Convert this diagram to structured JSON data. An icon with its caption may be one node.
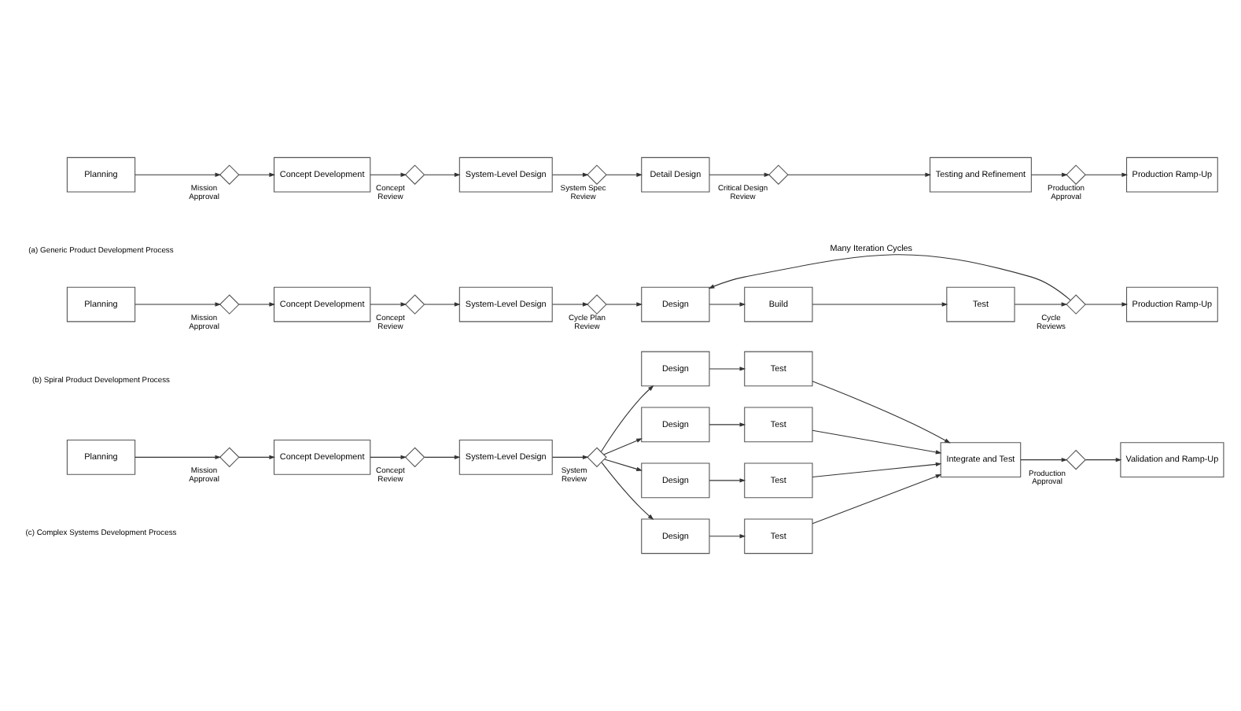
{
  "diagram": {
    "nodes": [
      {
        "text": [
          "Planning"
        ]
      },
      {
        "text": [],
        "shape": "diamond",
        "beside": [
          "Mission Approval"
        ]
      },
      {
        "text": [
          "Concept Development"
        ]
      },
      {
        "text": [],
        "shape": "diamond",
        "beside": [
          "Concept Review"
        ]
      },
      {
        "text": [
          "System-Level Design"
        ]
      },
      {
        "text": [],
        "shape": "diamond",
        "beside": [
          "System Spec Review"
        ]
      },
      {
        "text": [
          "Detail Design"
        ]
      },
      {
        "text": [],
        "shape": "diamond",
        "beside": [
          "Critical Design Review"
        ]
      },
      {
        "text": [
          "Testing and Refinement"
        ]
      },
      {
        "text": [],
        "shape": "diamond",
        "beside": [
          "Production Approval"
        ]
      },
      {
        "text": [
          "Production Ramp-Up"
        ]
      },
      {
        "text": [
          "Planning"
        ]
      },
      {
        "text": [],
        "shape": "diamond",
        "beside": [
          "Mission Approval"
        ]
      },
      {
        "text": [
          "Concept Development"
        ]
      },
      {
        "text": [],
        "shape": "diamond",
        "beside": [
          "Concept Review"
        ]
      },
      {
        "text": [
          "System-Level Design"
        ]
      },
      {
        "text": [],
        "shape": "diamond",
        "beside": [
          "Cycle Plan Review"
        ]
      },
      {
        "text": [
          "Design"
        ]
      },
      {
        "text": [
          "Build"
        ]
      },
      {
        "text": [
          "Test"
        ]
      },
      {
        "text": [],
        "shape": "diamond",
        "beside": [
          "Cycle Reviews"
        ]
      },
      {
        "text": [
          "Production Ramp-Up"
        ]
      },
      {
        "text": [
          "Planning"
        ]
      },
      {
        "text": [],
        "shape": "diamond",
        "beside": [
          "Mission Approval"
        ]
      },
      {
        "text": [
          "Concept Development"
        ]
      },
      {
        "text": [],
        "shape": "diamond",
        "beside": [
          "Concept Review"
        ]
      },
      {
        "text": [
          "System-Level Design"
        ]
      },
      {
        "text": [],
        "shape": "diamond",
        "beside": [
          "System Review"
        ]
      },
      {
        "text": [
          "Design"
        ]
      },
      {
        "text": [
          "Test"
        ]
      },
      {
        "text": [
          "Design"
        ]
      },
      {
        "text": [
          "Test"
        ]
      },
      {
        "text": [
          "Design"
        ]
      },
      {
        "text": [
          "Test"
        ]
      },
      {
        "text": [
          "Design"
        ]
      },
      {
        "text": [
          "Test"
        ]
      },
      {
        "text": [
          "Integrate and Test"
        ]
      },
      {
        "text": [],
        "shape": "diamond",
        "beside": [
          "Production Approval"
        ]
      },
      {
        "text": [
          "Validation and Ramp-Up"
        ]
      }
    ],
    "edges": [
      {
        "from": 0,
        "to": 1,
        "arrow": "to"
      },
      {
        "from": 1,
        "to": 2,
        "arrow": "to"
      },
      {
        "from": 2,
        "to": 3,
        "arrow": "to"
      },
      {
        "from": 3,
        "to": 4,
        "arrow": "to"
      },
      {
        "from": 4,
        "to": 5,
        "arrow": "to"
      },
      {
        "from": 5,
        "to": 6,
        "arrow": "to"
      },
      {
        "from": 6,
        "to": 7,
        "arrow": "to"
      },
      {
        "from": 7,
        "to": 8,
        "arrow": "to"
      },
      {
        "from": 8,
        "to": 9,
        "arrow": "to"
      },
      {
        "from": 9,
        "to": 10,
        "arrow": "to"
      },
      {
        "from": 11,
        "to": 12,
        "arrow": "to"
      },
      {
        "from": 12,
        "to": 13,
        "arrow": "to"
      },
      {
        "from": 13,
        "to": 14,
        "arrow": "to"
      },
      {
        "from": 14,
        "to": 15,
        "arrow": "to"
      },
      {
        "from": 15,
        "to": 16,
        "arrow": "to"
      },
      {
        "from": 16,
        "to": 17,
        "arrow": "to"
      },
      {
        "from": 17,
        "to": 18,
        "arrow": "to"
      },
      {
        "from": 18,
        "to": 19,
        "arrow": "to"
      },
      {
        "from": 19,
        "to": 20,
        "arrow": "to"
      },
      {
        "from": 20,
        "to": 21,
        "arrow": "to"
      },
      {
        "from": 20,
        "to": 17,
        "arrow": "to",
        "label": "Many Iteration Cycles"
      },
      {
        "from": 22,
        "to": 23,
        "arrow": "to"
      },
      {
        "from": 23,
        "to": 24,
        "arrow": "to"
      },
      {
        "from": 24,
        "to": 25,
        "arrow": "to"
      },
      {
        "from": 25,
        "to": 26,
        "arrow": "to"
      },
      {
        "from": 26,
        "to": 27,
        "arrow": "to"
      },
      {
        "from": 27,
        "to": 28,
        "arrow": "to"
      },
      {
        "from": 27,
        "to": 30,
        "arrow": "to"
      },
      {
        "from": 27,
        "to": 32,
        "arrow": "to"
      },
      {
        "from": 27,
        "to": 34,
        "arrow": "to"
      },
      {
        "from": 28,
        "to": 29,
        "arrow": "to"
      },
      {
        "from": 30,
        "to": 31,
        "arrow": "to"
      },
      {
        "from": 32,
        "to": 33,
        "arrow": "to"
      },
      {
        "from": 34,
        "to": 35,
        "arrow": "to"
      },
      {
        "from": 29,
        "to": 36,
        "arrow": "to"
      },
      {
        "from": 31,
        "to": 36,
        "arrow": "to"
      },
      {
        "from": 33,
        "to": 36,
        "arrow": "to"
      },
      {
        "from": 35,
        "to": 36,
        "arrow": "to"
      },
      {
        "from": 36,
        "to": 37,
        "arrow": "to"
      },
      {
        "from": 37,
        "to": 38,
        "arrow": "to"
      }
    ],
    "labels": [
      "(a) Generic Product Development Process",
      "(b) Spiral Product Development Process",
      "(c) Complex Systems Development Process"
    ]
  }
}
